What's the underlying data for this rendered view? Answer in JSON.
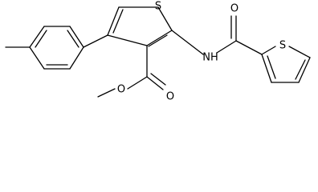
{
  "molecule": {
    "atoms": {
      "sulfur_main_ring": "S",
      "sulfur_side_ring": "S",
      "amide_nitrogen": "NH",
      "amide_oxygen": "O",
      "ester_carbonyl_oxygen": "O",
      "ester_ether_oxygen": "O"
    },
    "colors": {
      "bond": "#000000",
      "label": "#000000",
      "background": "#ffffff"
    }
  }
}
